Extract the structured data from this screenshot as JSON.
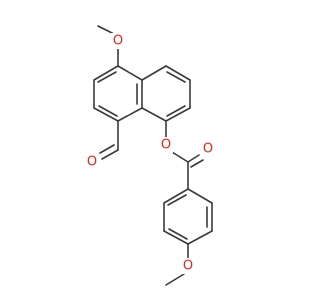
{
  "molecule": {
    "atoms": {
      "methoxy_top_O": {
        "symbol": "O",
        "color": "#e8221c"
      },
      "aldehyde_O": {
        "symbol": "O",
        "color": "#e8221c"
      },
      "ester_ring_O": {
        "symbol": "O",
        "color": "#e8221c"
      },
      "carbonyl_O": {
        "symbol": "O",
        "color": "#e8221c"
      },
      "methoxy_bottom_O": {
        "symbol": "O",
        "color": "#e8221c"
      }
    },
    "bond_color": "#3a3a3a"
  }
}
